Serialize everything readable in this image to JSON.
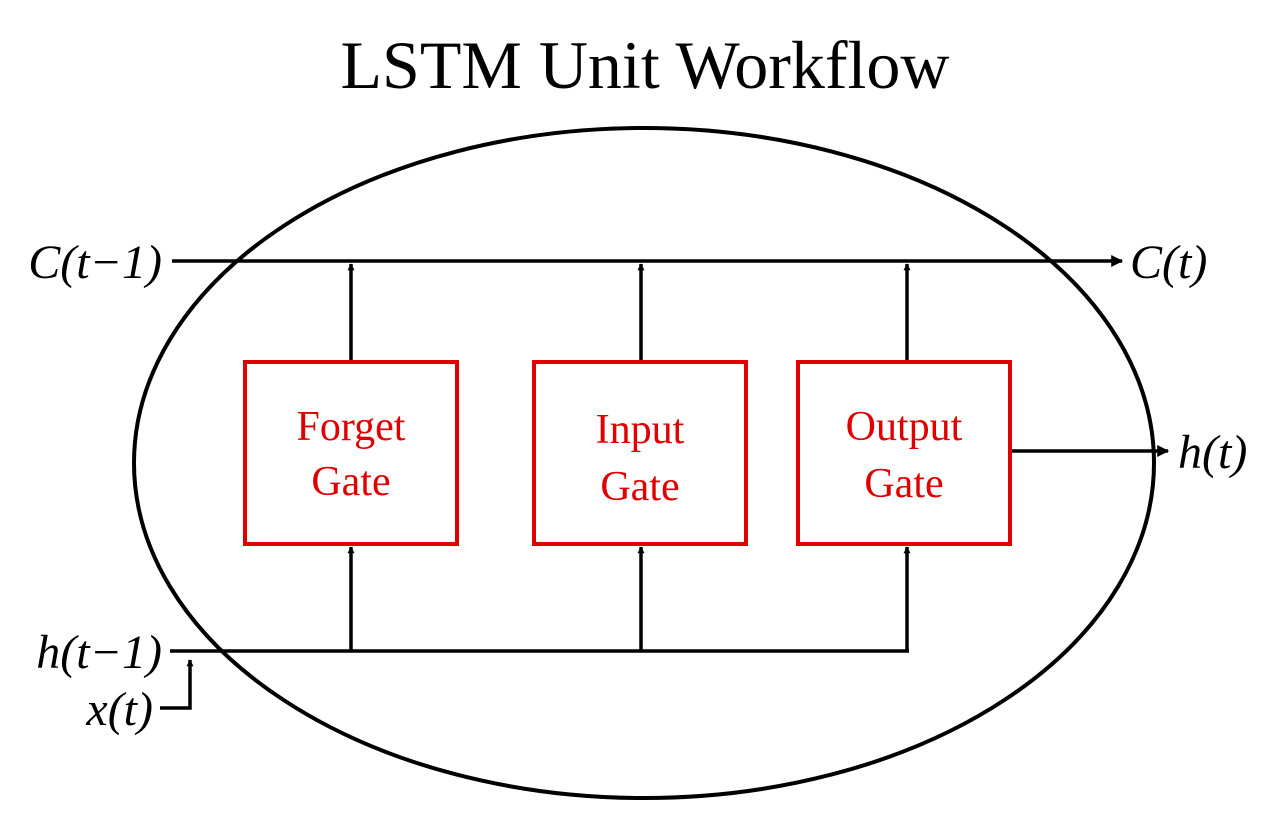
{
  "title": "LSTM Unit Workflow",
  "inputs": {
    "cell_prev": "C(t−1)",
    "hidden_prev": "h(t−1)",
    "x": "x(t)"
  },
  "outputs": {
    "cell": "C(t)",
    "hidden": "h(t)"
  },
  "gates": [
    {
      "line1": "Forget",
      "line2": "Gate"
    },
    {
      "line1": "Input",
      "line2": "Gate"
    },
    {
      "line1": "Output",
      "line2": "Gate"
    }
  ],
  "colors": {
    "gate": "#e00000",
    "line": "#000000",
    "text": "#000000"
  }
}
